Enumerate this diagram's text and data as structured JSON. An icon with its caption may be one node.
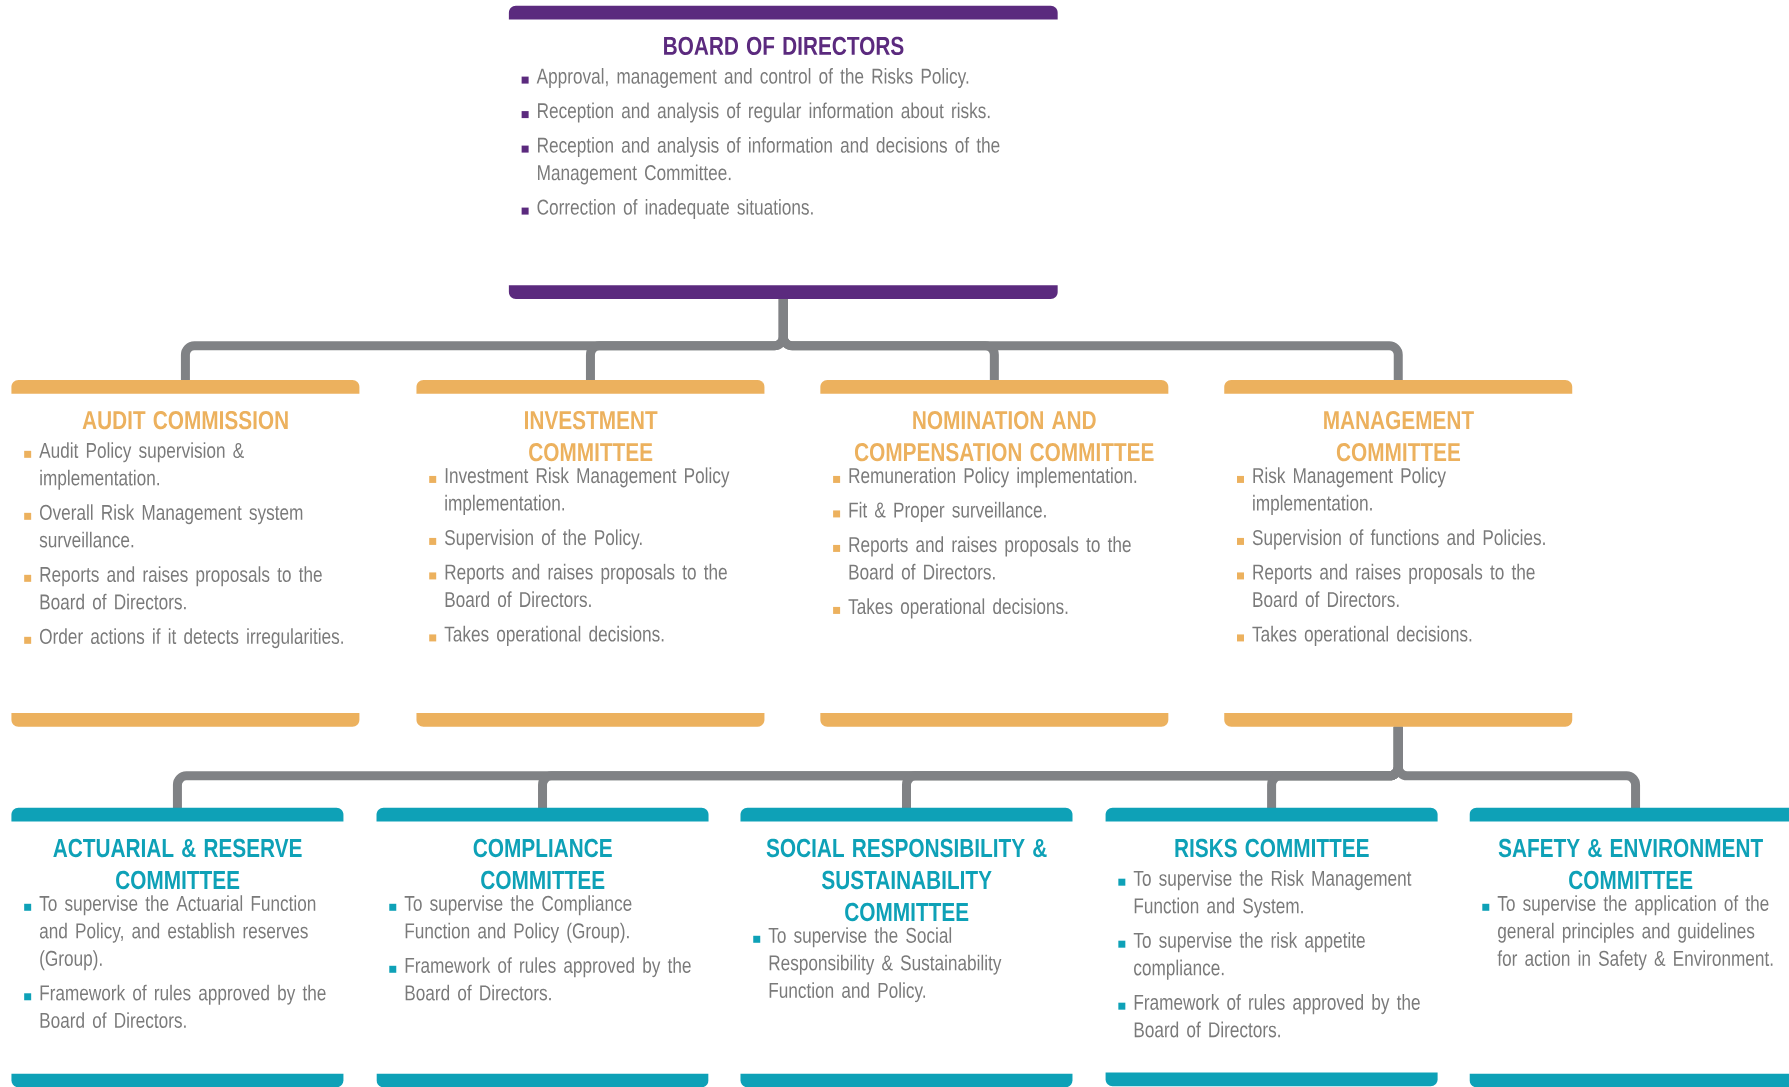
{
  "diagram": {
    "nodes": [
      {
        "text": [
          "BOARD OF DIRECTORS",
          "Approval, management and control of the Risks Policy.",
          "Reception and analysis of regular information about risks.",
          "Reception and analysis of information and decisions of the Management Committee.",
          "Correction of inadequate situations."
        ]
      },
      {
        "text": [
          "AUDIT COMMISSION",
          "Audit Policy supervision & implementation.",
          "Overall Risk Management system surveillance.",
          "Reports and raises proposals to the Board of Directors.",
          "Order actions if it detects irregularities."
        ]
      },
      {
        "text": [
          "INVESTMENT COMMITTEE",
          "Investment Risk Management Policy implementation.",
          "Supervision of the Policy.",
          "Reports and raises proposals to the Board of Directors.",
          "Takes operational decisions."
        ]
      },
      {
        "text": [
          "NOMINATION AND COMPENSATION COMMITTEE",
          "Remuneration Policy implementation.",
          "Fit & Proper surveillance.",
          "Reports and raises proposals to the Board of Directors.",
          "Takes operational decisions."
        ]
      },
      {
        "text": [
          "MANAGEMENT COMMITTEE",
          "Risk Management Policy implementation.",
          "Supervision of functions and Policies.",
          "Reports and raises proposals to the Board of Directors.",
          "Takes operational decisions."
        ]
      },
      {
        "text": [
          "ACTUARIAL & RESERVE COMMITTEE",
          "To supervise the Actuarial Function and Policy, and establish reserves (Group).",
          "Framework of rules approved by the Board of Directors."
        ]
      },
      {
        "text": [
          "COMPLIANCE COMMITTEE",
          "To supervise the Compliance Function and Policy (Group).",
          "Framework of rules approved by the Board of Directors."
        ]
      },
      {
        "text": [
          "SOCIAL RESPONSIBILITY & SUSTAINABILITY COMMITTEE",
          "To supervise the Social Responsibility & Sustainability Function and Policy."
        ]
      },
      {
        "text": [
          "RISKS COMMITTEE",
          "To supervise the Risk Management Function and System.",
          "To supervise the risk appetite compliance.",
          "Framework of rules approved by the Board of Directors."
        ]
      },
      {
        "text": [
          "SAFETY & ENVIRONMENT COMMITTEE",
          "To supervise the application of the general principles and guidelines for action in Safety & Environment."
        ]
      }
    ],
    "edges": [
      {
        "from": 0,
        "to": 1,
        "arrow": "none"
      },
      {
        "from": 0,
        "to": 2,
        "arrow": "none"
      },
      {
        "from": 0,
        "to": 3,
        "arrow": "none"
      },
      {
        "from": 0,
        "to": 4,
        "arrow": "none"
      },
      {
        "from": 4,
        "to": 5,
        "arrow": "none"
      },
      {
        "from": 4,
        "to": 6,
        "arrow": "none"
      },
      {
        "from": 4,
        "to": 7,
        "arrow": "none"
      },
      {
        "from": 4,
        "to": 8,
        "arrow": "none"
      },
      {
        "from": 4,
        "to": 9,
        "arrow": "none"
      }
    ]
  }
}
